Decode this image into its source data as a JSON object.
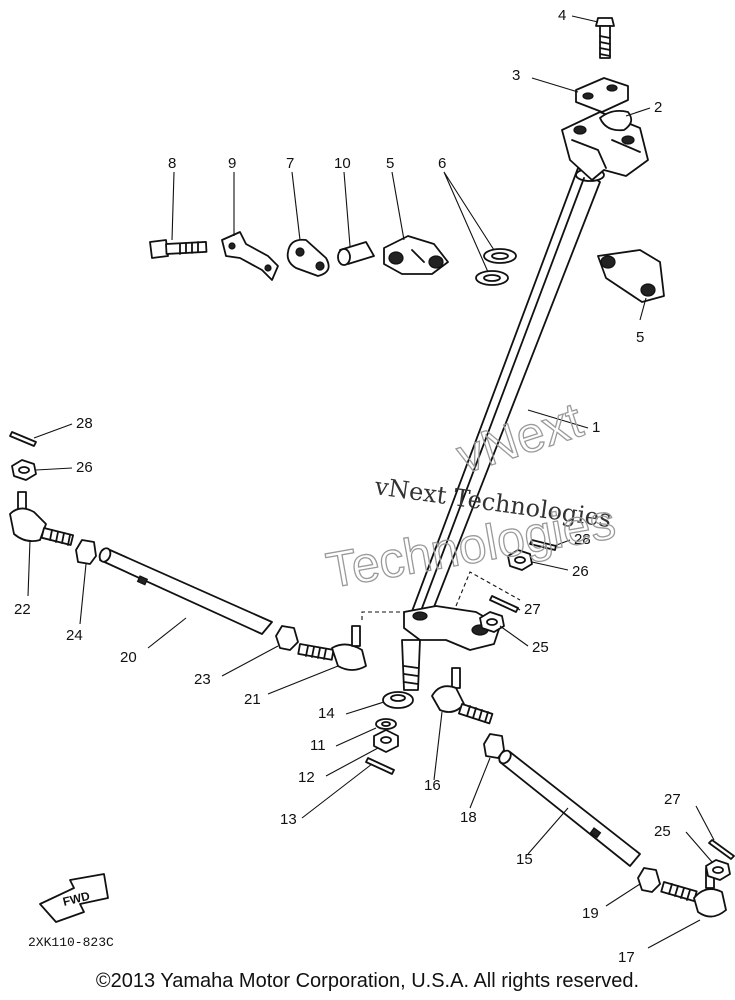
{
  "diagram": {
    "callouts": [
      "1",
      "2",
      "3",
      "4",
      "5",
      "5",
      "6",
      "7",
      "8",
      "9",
      "10",
      "11",
      "12",
      "13",
      "14",
      "15",
      "16",
      "17",
      "18",
      "19",
      "20",
      "21",
      "22",
      "23",
      "24",
      "25",
      "25",
      "26",
      "26",
      "27",
      "27",
      "28",
      "28"
    ],
    "watermark": {
      "line1": "vNext Technologies",
      "line2a": "vNext",
      "line2b": "Technologies"
    },
    "drawing_code": "2XK110-823C",
    "fwd_label": "FWD"
  },
  "footer": {
    "copyright": "©2013 Yamaha Motor Corporation, U.S.A. All rights reserved."
  }
}
